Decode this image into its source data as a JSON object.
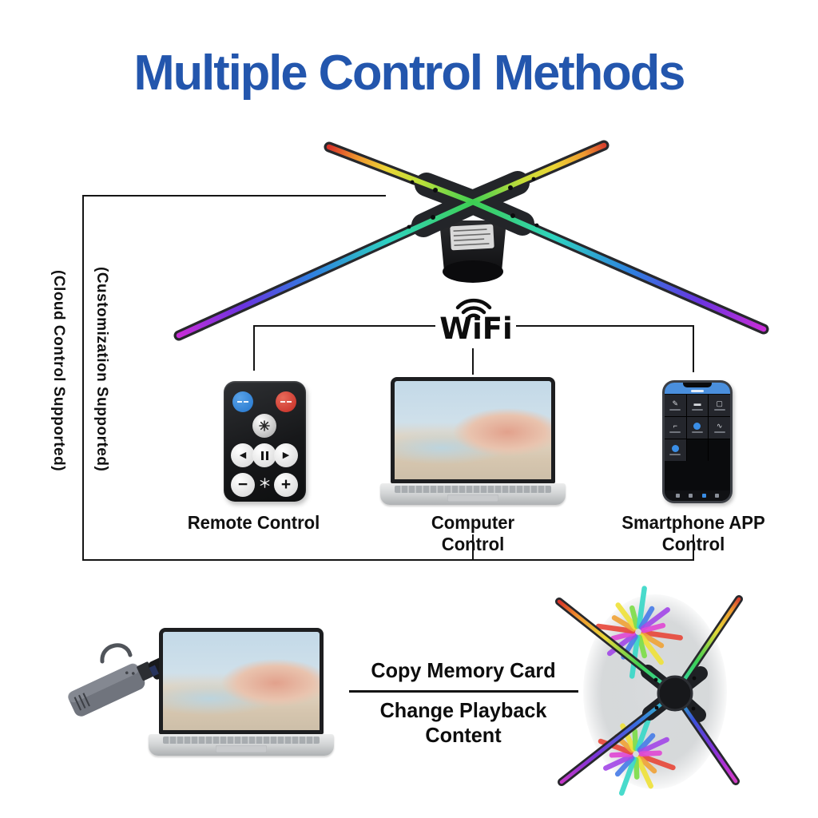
{
  "title": {
    "text": "Multiple Control Methods",
    "color": "#2356ad"
  },
  "side_notes": {
    "cloud": "(Cloud Control Supported)",
    "customization": "(Customization Supported)"
  },
  "wifi": {
    "label": "WiFi",
    "icon": "wifi-signal-arcs"
  },
  "methods": {
    "remote": {
      "label": "Remote Control"
    },
    "computer": {
      "label": "Computer Control"
    },
    "smartphone": {
      "label": "Smartphone APP Control"
    }
  },
  "remote_buttons": {
    "minus": "−",
    "plus": "+",
    "prev_icon": "◀",
    "next_icon": "▶",
    "icons": [
      "power-button",
      "mode-button",
      "fan-button",
      "previous-button",
      "pause-button",
      "next-button",
      "minus-button",
      "light-button",
      "plus-button"
    ]
  },
  "memory_card": {
    "line1": "Copy Memory Card",
    "line2": "Change Playback Content"
  },
  "devices": {
    "top_fan": "3d-hologram-led-fan",
    "bottom_fan": "3d-hologram-led-fan-displaying-content",
    "laptop": "laptop-computer",
    "card_reader": "usb-memory-card-reader"
  },
  "colors": {
    "title_blue": "#2356ad",
    "line_black": "#141414",
    "blade_green": "#3ecf52",
    "blade_yellow": "#ecd536",
    "blade_red": "#d8342a",
    "blade_cyan": "#2fd3c0",
    "blade_blue": "#2f7fe0",
    "blade_purple": "#7a36d8",
    "blade_magenta": "#c437c8"
  }
}
